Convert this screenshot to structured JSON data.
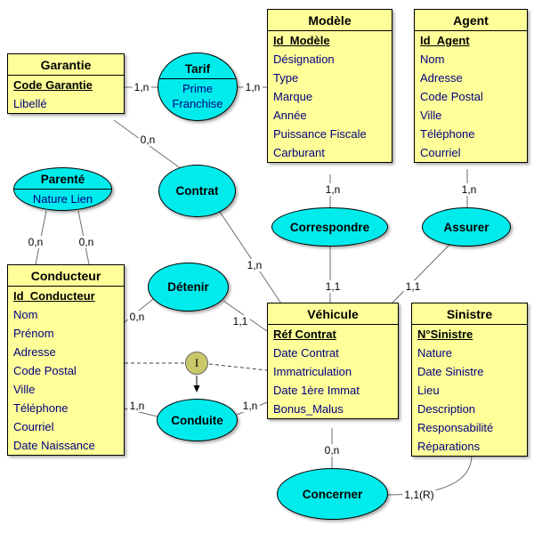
{
  "entities": {
    "garantie": {
      "title": "Garantie",
      "attrs": [
        "Code Garantie",
        "Libellé"
      ]
    },
    "modele": {
      "title": "Modèle",
      "attrs": [
        "Id_Modèle",
        "Désignation",
        "Type",
        "Marque",
        "Année",
        "Puissance Fiscale",
        "Carburant"
      ]
    },
    "agent": {
      "title": "Agent",
      "attrs": [
        "Id_Agent",
        "Nom",
        "Adresse",
        "Code Postal",
        "Ville",
        "Téléphone",
        "Courriel"
      ]
    },
    "conducteur": {
      "title": "Conducteur",
      "attrs": [
        "Id_Conducteur",
        "Nom",
        "Prénom",
        "Adresse",
        "Code Postal",
        "Ville",
        "Téléphone",
        "Courriel",
        "Date Naissance"
      ]
    },
    "vehicule": {
      "title": "Véhicule",
      "attrs": [
        "Réf Contrat",
        "Date Contrat",
        "Immatriculation",
        "Date 1ère Immat",
        "Bonus_Malus"
      ]
    },
    "sinistre": {
      "title": "Sinistre",
      "attrs": [
        "N°Sinistre",
        "Nature",
        "Date Sinistre",
        "Lieu",
        "Description",
        "Responsabilité",
        "Réparations"
      ]
    }
  },
  "relations": {
    "tarif": {
      "title": "Tarif",
      "attrs": [
        "Prime",
        "Franchise"
      ]
    },
    "parente": {
      "title": "Parenté",
      "attrs": [
        "Nature Lien"
      ]
    },
    "contrat": {
      "title": "Contrat"
    },
    "correspondre": {
      "title": "Correspondre"
    },
    "assurer": {
      "title": "Assurer"
    },
    "detenir": {
      "title": "Détenir"
    },
    "conduite": {
      "title": "Conduite"
    },
    "concerner": {
      "title": "Concerner"
    }
  },
  "constraint": {
    "label": "I"
  },
  "cardinalities": {
    "garantie_tarif": "1,n",
    "tarif_modele": "1,n",
    "garantie_contrat": "0,n",
    "contrat_vehicule": "1,n",
    "modele_correspondre": "1,n",
    "correspondre_vehicule": "1,1",
    "agent_assurer": "1,n",
    "assurer_vehicule": "1,1",
    "parente_left": "0,n",
    "parente_right": "0,n",
    "conducteur_detenir": "0,n",
    "detenir_vehicule": "1,1",
    "conducteur_conduite": "1,n",
    "conduite_vehicule": "1,n",
    "vehicule_concerner": "0,n",
    "concerner_sinistre": "1,1(R)"
  },
  "colors": {
    "entity_fill": "#ffff99",
    "relation_fill": "#00ecec",
    "attribute_text": "#000080",
    "constraint_fill": "#c9c96b"
  }
}
